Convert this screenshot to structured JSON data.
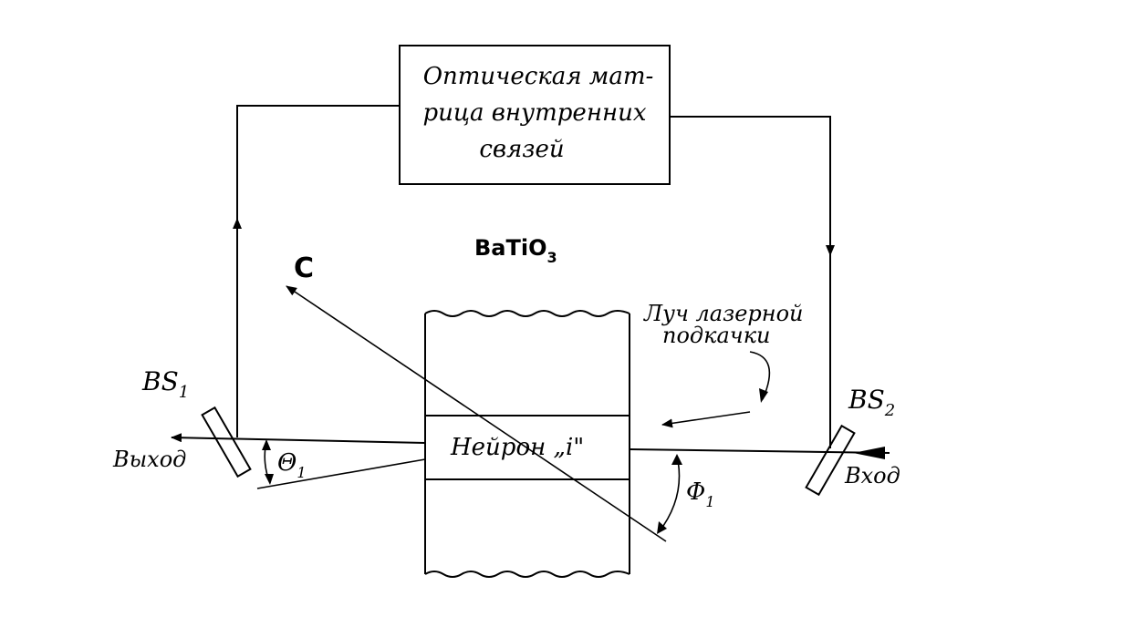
{
  "matrix_box": {
    "line1": "Оптическая мат-",
    "line2": "рица внутренних",
    "line3": "связей"
  },
  "crystal": {
    "label": "BaTiO",
    "label_sub": "3"
  },
  "c_axis": {
    "label": "C"
  },
  "pump": {
    "line1": "Луч лазерной",
    "line2": "подкачки"
  },
  "neuron": {
    "label": "Нейрон „i\""
  },
  "bs1": {
    "label": "BS",
    "sub": "1"
  },
  "bs2": {
    "label": "BS",
    "sub": "2"
  },
  "output": {
    "label": "Выход"
  },
  "input": {
    "label": "Вход"
  },
  "theta": {
    "label": "Θ",
    "sub": "1"
  },
  "phi": {
    "label": "Φ",
    "sub": "1"
  }
}
